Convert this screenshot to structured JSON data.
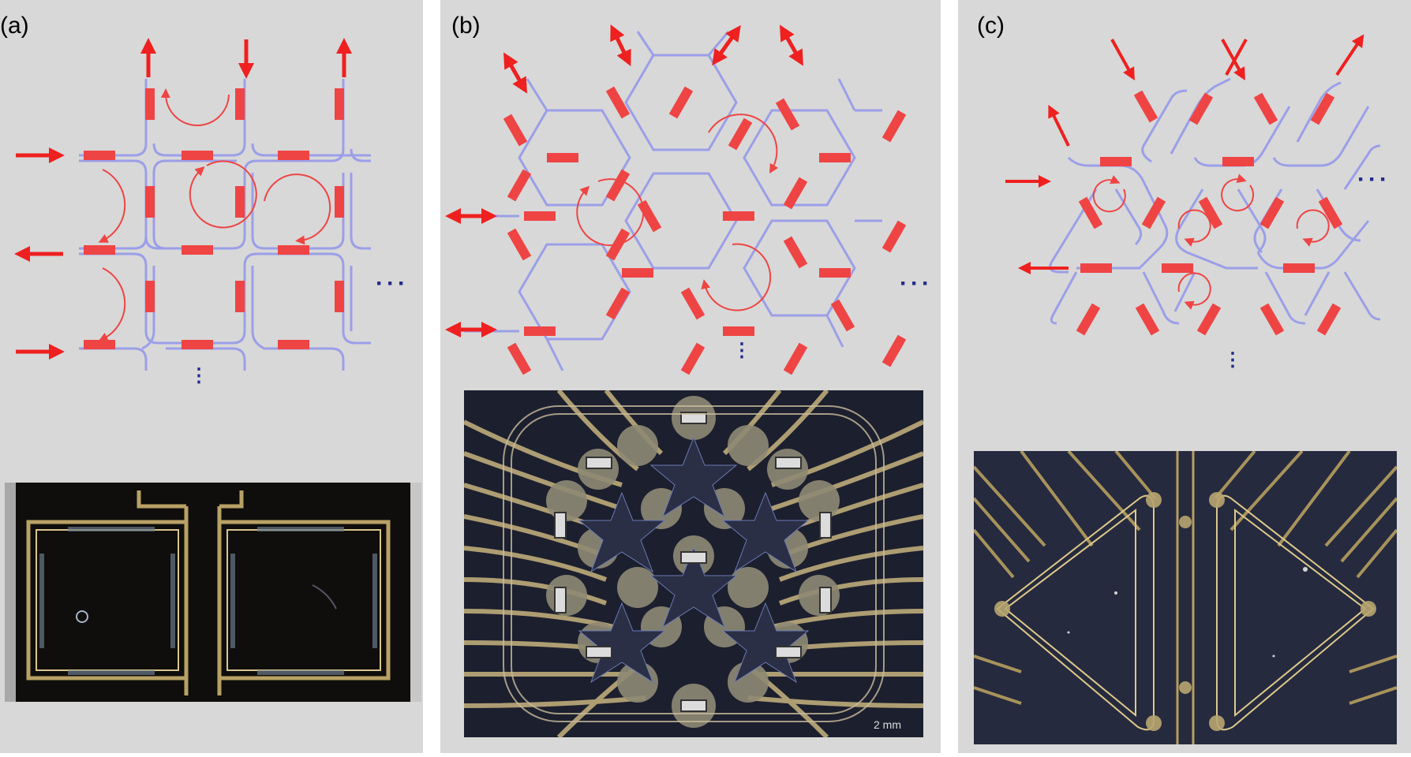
{
  "panels": [
    {
      "label": "(a)",
      "dots_h": "···",
      "dots_v": "⋮"
    },
    {
      "label": "(b)",
      "dots_h": "···",
      "dots_v": "⋮",
      "scale_bar": "2 mm"
    },
    {
      "label": "(c)",
      "dots_h": "···",
      "dots_v": "⋮"
    }
  ],
  "colors": {
    "panel_bg": "#d8d8d8",
    "waveguide": "#9b9fe8",
    "phase_shifter": "#ef4444",
    "arrow": "#ef2020",
    "ellipsis": "#1f2a8a"
  }
}
